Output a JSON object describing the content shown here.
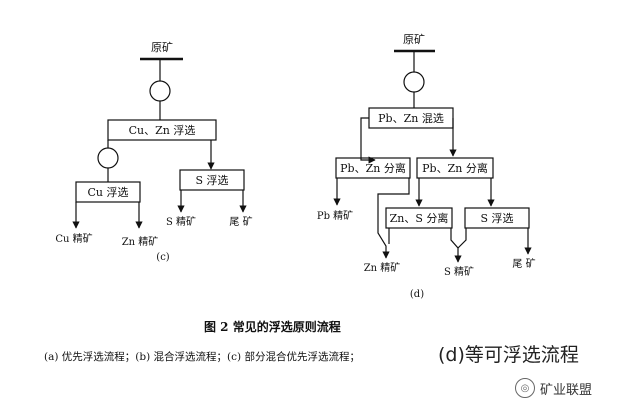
{
  "diagram_c": {
    "ore_label": "原矿",
    "mix_box": "Cu、Zn 浮选",
    "cu_box": "Cu 浮选",
    "s_box": "S 浮选",
    "cu_conc": "Cu 精矿",
    "zn_conc": "Zn 精矿",
    "s_conc": "S 精矿",
    "tail": "尾 矿",
    "panel_label": "(c)"
  },
  "diagram_d": {
    "ore_label": "原矿",
    "mix_box": "Pb、Zn 混选",
    "sep_left_box": "Pb、Zn 分离",
    "sep_right_box": "Pb、Zn 分离",
    "zns_box": "Zn、S 分离",
    "s_box": "S 浮选",
    "pb_conc": "Pb 精矿",
    "zn_conc": "Zn 精矿",
    "s_conc": "S 精矿",
    "tail": "尾 矿",
    "panel_label": "(d)"
  },
  "caption": {
    "title": "图 2   常见的浮选原则流程",
    "subcaption": "(a) 优先浮选流程；(b) 混合浮选流程；(c) 部分混合优先浮选流程；",
    "extra": "(d)等可浮选流程"
  },
  "watermark": {
    "logo": "◎",
    "text": "矿业联盟"
  }
}
